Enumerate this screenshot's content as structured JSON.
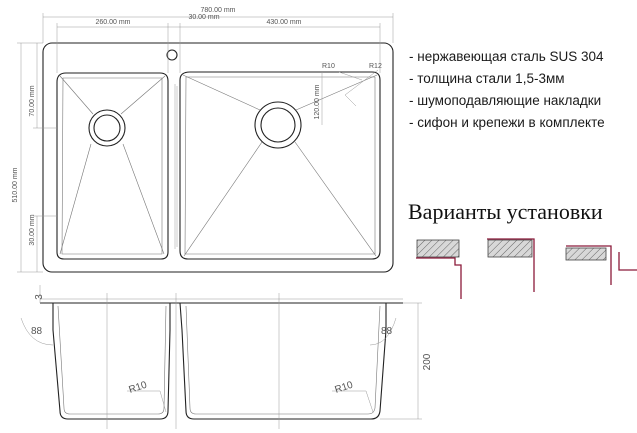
{
  "top_view": {
    "dims": {
      "overall_width": "780.00 mm",
      "left_bowl_width": "260.00 mm",
      "divider_width": "30.00 mm",
      "right_bowl_width": "430.00 mm",
      "overall_height": "510.00 mm",
      "top_offset": "70.00 mm",
      "bottom_offset": "30.00 mm",
      "drain_offset": "120.00 mm",
      "corner_inner_radius": "R10",
      "corner_outer_radius": "R12"
    }
  },
  "features": {
    "items": [
      "- нержавеющая сталь SUS 304",
      "- толщина стали 1,5-3мм",
      "- шумоподавляющие накладки",
      "- сифон и крепежи в комплекте"
    ]
  },
  "installation": {
    "title": "Варианты установки"
  },
  "side_view": {
    "dims": {
      "rim_thickness": "3",
      "left_angle": "88",
      "right_angle": "88",
      "depth": "200",
      "bottom_radius_left": "R10",
      "bottom_radius_right": "R10"
    }
  },
  "colors": {
    "accent_line": "#8b1a3a",
    "hatch_fill": "#cccccc"
  }
}
